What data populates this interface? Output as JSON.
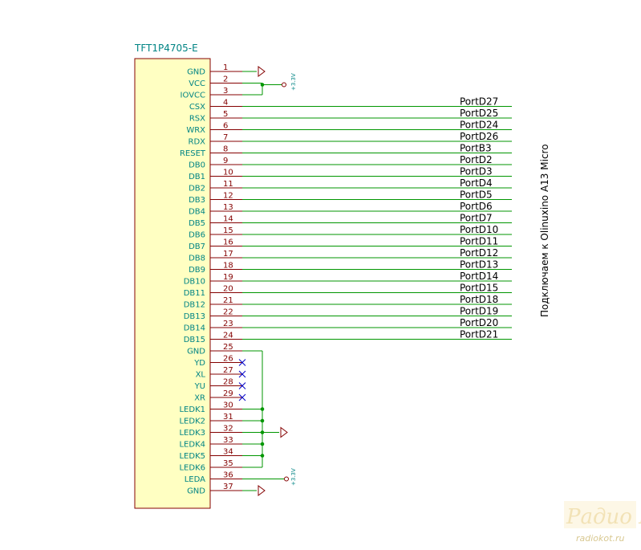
{
  "component": {
    "ref": "TFT1P4705-E",
    "body_fill": "#ffffc2",
    "body_stroke": "#840000",
    "pins": [
      {
        "num": "1",
        "name": "GND"
      },
      {
        "num": "2",
        "name": "VCC"
      },
      {
        "num": "3",
        "name": "IOVCC"
      },
      {
        "num": "4",
        "name": "CSX",
        "net": "PortD27"
      },
      {
        "num": "5",
        "name": "RSX",
        "net": "PortD25"
      },
      {
        "num": "6",
        "name": "WRX",
        "net": "PortD24"
      },
      {
        "num": "7",
        "name": "RDX",
        "net": "PortD26"
      },
      {
        "num": "8",
        "name": "RESET",
        "net": "PortB3"
      },
      {
        "num": "9",
        "name": "DB0",
        "net": "PortD2"
      },
      {
        "num": "10",
        "name": "DB1",
        "net": "PortD3"
      },
      {
        "num": "11",
        "name": "DB2",
        "net": "PortD4"
      },
      {
        "num": "12",
        "name": "DB3",
        "net": "PortD5"
      },
      {
        "num": "13",
        "name": "DB4",
        "net": "PortD6"
      },
      {
        "num": "14",
        "name": "DB5",
        "net": "PortD7"
      },
      {
        "num": "15",
        "name": "DB6",
        "net": "PortD10"
      },
      {
        "num": "16",
        "name": "DB7",
        "net": "PortD11"
      },
      {
        "num": "17",
        "name": "DB8",
        "net": "PortD12"
      },
      {
        "num": "18",
        "name": "DB9",
        "net": "PortD13"
      },
      {
        "num": "19",
        "name": "DB10",
        "net": "PortD14"
      },
      {
        "num": "20",
        "name": "DB11",
        "net": "PortD15"
      },
      {
        "num": "21",
        "name": "DB12",
        "net": "PortD18"
      },
      {
        "num": "22",
        "name": "DB13",
        "net": "PortD19"
      },
      {
        "num": "23",
        "name": "DB14",
        "net": "PortD20"
      },
      {
        "num": "24",
        "name": "DB15",
        "net": "PortD21"
      },
      {
        "num": "25",
        "name": "GND"
      },
      {
        "num": "26",
        "name": "YD",
        "nc": true
      },
      {
        "num": "27",
        "name": "XL",
        "nc": true
      },
      {
        "num": "28",
        "name": "YU",
        "nc": true
      },
      {
        "num": "29",
        "name": "XR",
        "nc": true
      },
      {
        "num": "30",
        "name": "LEDK1"
      },
      {
        "num": "31",
        "name": "LEDK2"
      },
      {
        "num": "32",
        "name": "LEDK3"
      },
      {
        "num": "33",
        "name": "LEDK4"
      },
      {
        "num": "34",
        "name": "LEDK5"
      },
      {
        "num": "35",
        "name": "LEDK6"
      },
      {
        "num": "36",
        "name": "LEDA"
      },
      {
        "num": "37",
        "name": "GND"
      }
    ]
  },
  "power": {
    "vcc_label": "+3.3V",
    "leda_label": "+3.3V"
  },
  "side_note": "Подключаем к Olinuxino A13 Micro",
  "watermark": {
    "brand": "Радио КОТ",
    "site": "radiokot.ru"
  },
  "colors": {
    "wire": "#009600",
    "pin": "#840000",
    "label": "#008484",
    "nc": "#0000c8",
    "gnd": "#840000",
    "pwr_circle": "#840000"
  }
}
